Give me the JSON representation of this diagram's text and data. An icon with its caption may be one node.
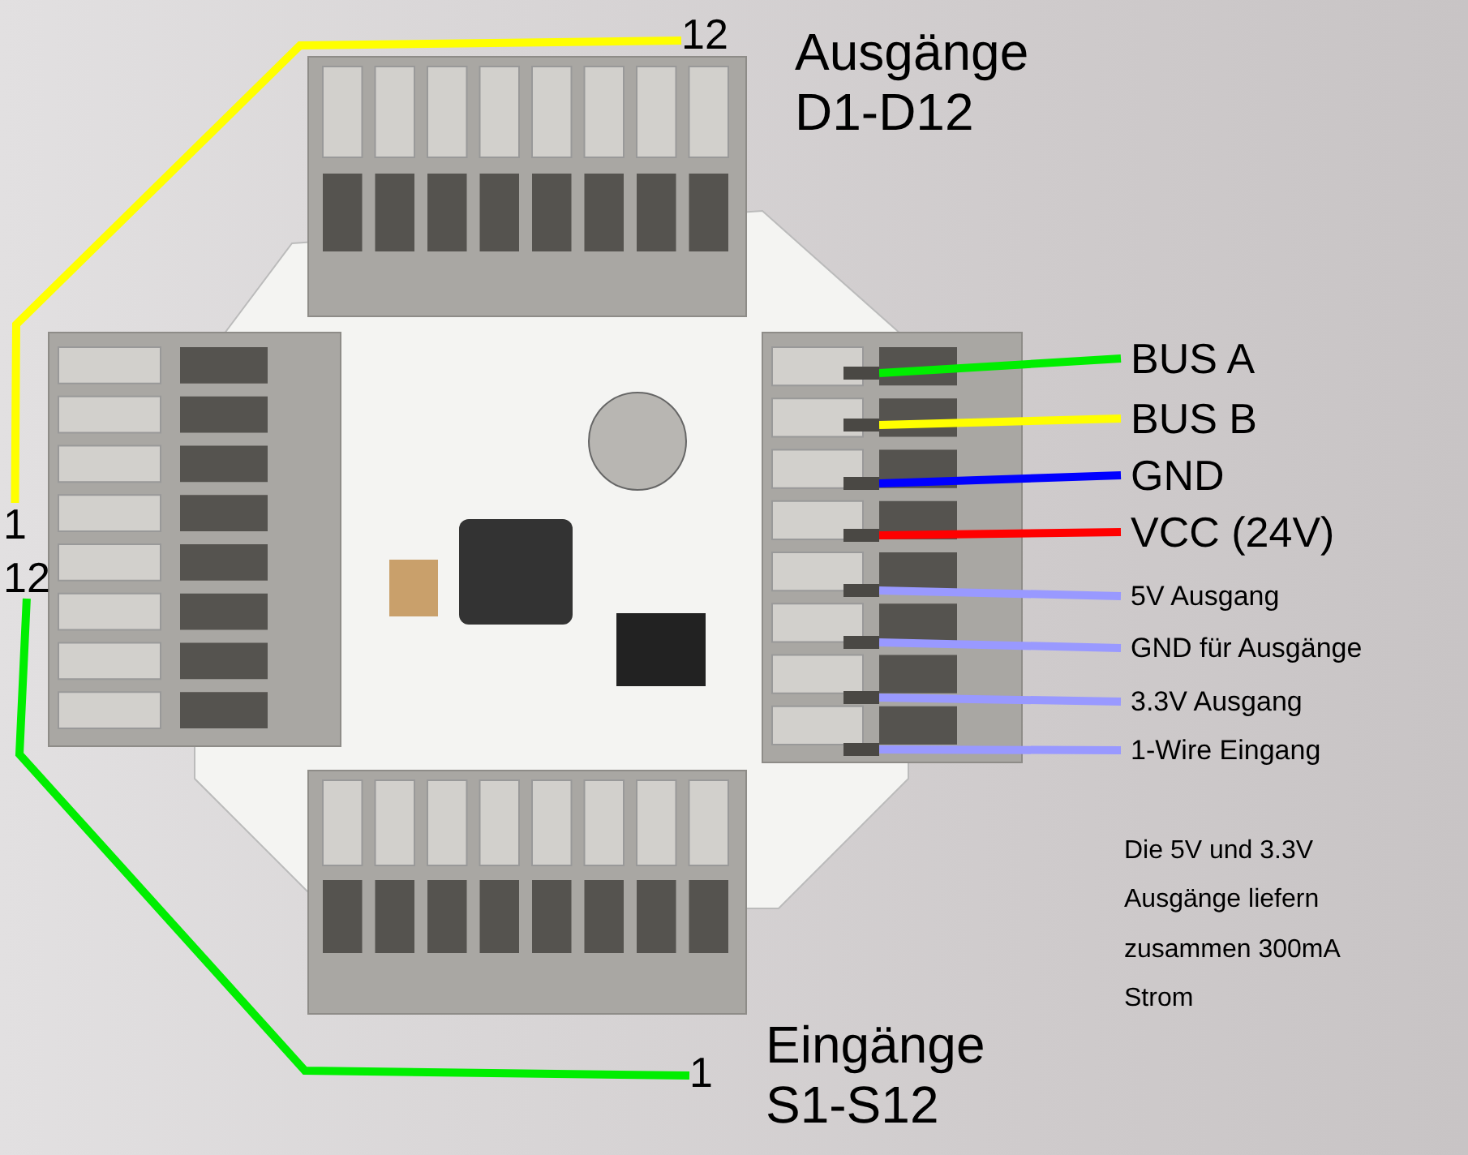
{
  "diagram": {
    "nodes": [
      {
        "text": [
          "BUS A"
        ]
      },
      {
        "text": [
          "BUS B"
        ]
      },
      {
        "text": [
          "GND"
        ]
      },
      {
        "text": [
          "VCC (24V)"
        ]
      },
      {
        "text": [
          "5V Ausgang"
        ]
      },
      {
        "text": [
          "GND für Ausgänge"
        ]
      },
      {
        "text": [
          "3.3V Ausgang"
        ]
      },
      {
        "text": [
          "1-Wire Eingang"
        ]
      },
      {
        "text": [],
        "shape": "bar"
      },
      {
        "text": [],
        "shape": "bar"
      },
      {
        "text": [],
        "shape": "bar"
      },
      {
        "text": [],
        "shape": "bar"
      },
      {
        "text": [],
        "shape": "bar"
      },
      {
        "text": [],
        "shape": "bar"
      },
      {
        "text": [],
        "shape": "bar"
      },
      {
        "text": [],
        "shape": "bar"
      },
      {
        "text": [
          "12"
        ]
      },
      {
        "text": [
          "1"
        ]
      },
      {
        "text": [
          "12"
        ]
      },
      {
        "text": [
          "1"
        ]
      }
    ],
    "edges": [
      {
        "from": 0,
        "to": 8,
        "arrow": "none",
        "color": "#00ee00"
      },
      {
        "from": 1,
        "to": 9,
        "arrow": "none",
        "color": "#ffff00"
      },
      {
        "from": 2,
        "to": 10,
        "arrow": "none",
        "color": "#0000ff"
      },
      {
        "from": 3,
        "to": 11,
        "arrow": "none",
        "color": "#ff0000"
      },
      {
        "from": 4,
        "to": 12,
        "arrow": "none",
        "color": "#9999ff"
      },
      {
        "from": 5,
        "to": 13,
        "arrow": "none",
        "color": "#9999ff"
      },
      {
        "from": 6,
        "to": 14,
        "arrow": "none",
        "color": "#9999ff"
      },
      {
        "from": 7,
        "to": 15,
        "arrow": "none",
        "color": "#9999ff"
      },
      {
        "from": 16,
        "to": 17,
        "arrow": "none",
        "color": "#ffff00"
      },
      {
        "from": 18,
        "to": 19,
        "arrow": "none",
        "color": "#00ee00"
      }
    ],
    "labels": [
      "Ausgänge D1-D12",
      "Eingänge S1-S12",
      "Die 5V und 3.3V Ausgänge liefern zusammen 300mA Strom"
    ]
  }
}
